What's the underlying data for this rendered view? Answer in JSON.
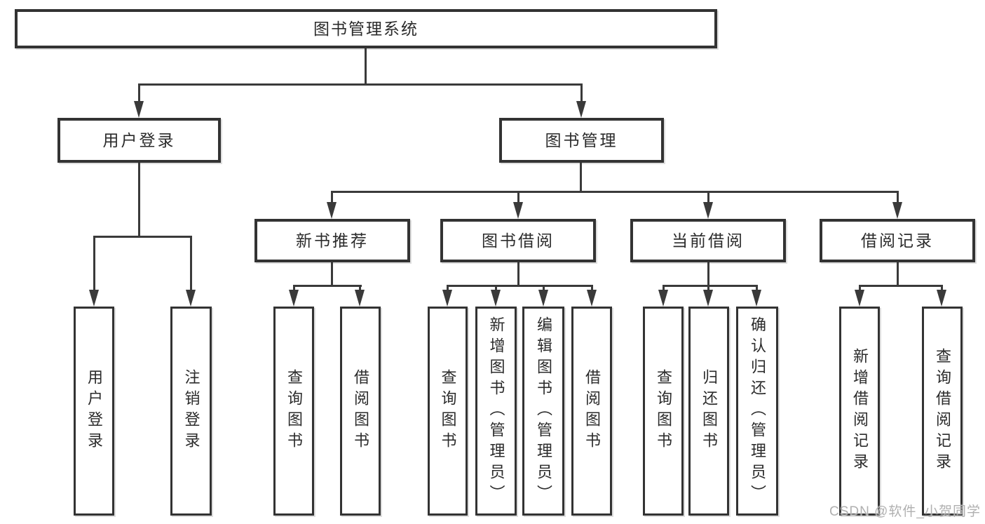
{
  "diagram": {
    "background": "#ffffff",
    "line_color": "#3a3a3a",
    "border_color": "#333333",
    "text_color": "#2b2b2b",
    "watermark": {
      "text": "CSDN @软件_小贺同学",
      "color": "#b0b0b0"
    },
    "nodes": {
      "root": {
        "label": "图书管理系统"
      },
      "userLogin": {
        "label": "用户登录"
      },
      "bookMgmt": {
        "label": "图书管理"
      },
      "newBookRec": {
        "label": "新书推荐"
      },
      "bookBorrow": {
        "label": "图书借阅"
      },
      "currentBorrow": {
        "label": "当前借阅"
      },
      "borrowRecords": {
        "label": "借阅记录"
      },
      "leaves": [
        {
          "label": "用户登录"
        },
        {
          "label": "注销登录"
        },
        {
          "label": "查询图书"
        },
        {
          "label": "借阅图书"
        },
        {
          "label": "查询图书"
        },
        {
          "label": "新增图书（管理员）"
        },
        {
          "label": "编辑图书（管理员）"
        },
        {
          "label": "借阅图书"
        },
        {
          "label": "查询图书"
        },
        {
          "label": "归还图书"
        },
        {
          "label": "确认归还（管理员）"
        },
        {
          "label": "新增借阅记录"
        },
        {
          "label": "查询借阅记录"
        }
      ]
    }
  }
}
